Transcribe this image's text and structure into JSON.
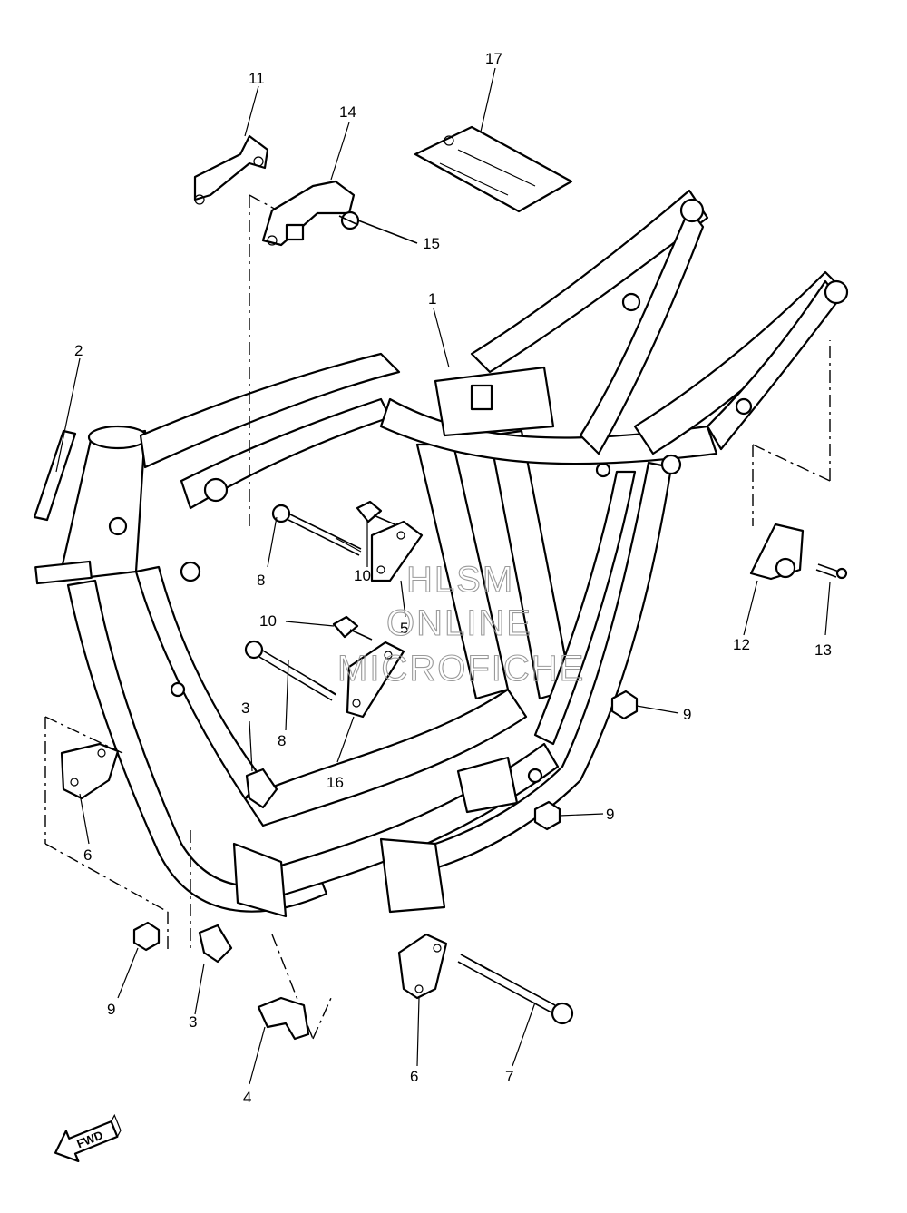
{
  "callouts": [
    "1",
    "2",
    "3",
    "3",
    "4",
    "5",
    "6",
    "6",
    "7",
    "8",
    "8",
    "9",
    "9",
    "9",
    "10",
    "10",
    "11",
    "12",
    "13",
    "14",
    "15",
    "16",
    "17"
  ],
  "watermark": {
    "line1": "HLSM",
    "line2": "ONLINE",
    "line3": "MICROFICHE"
  },
  "fwd_label": "FWD",
  "colors": {
    "ink": "#000000",
    "watermark": "#9a9a9a",
    "background": "#ffffff"
  }
}
